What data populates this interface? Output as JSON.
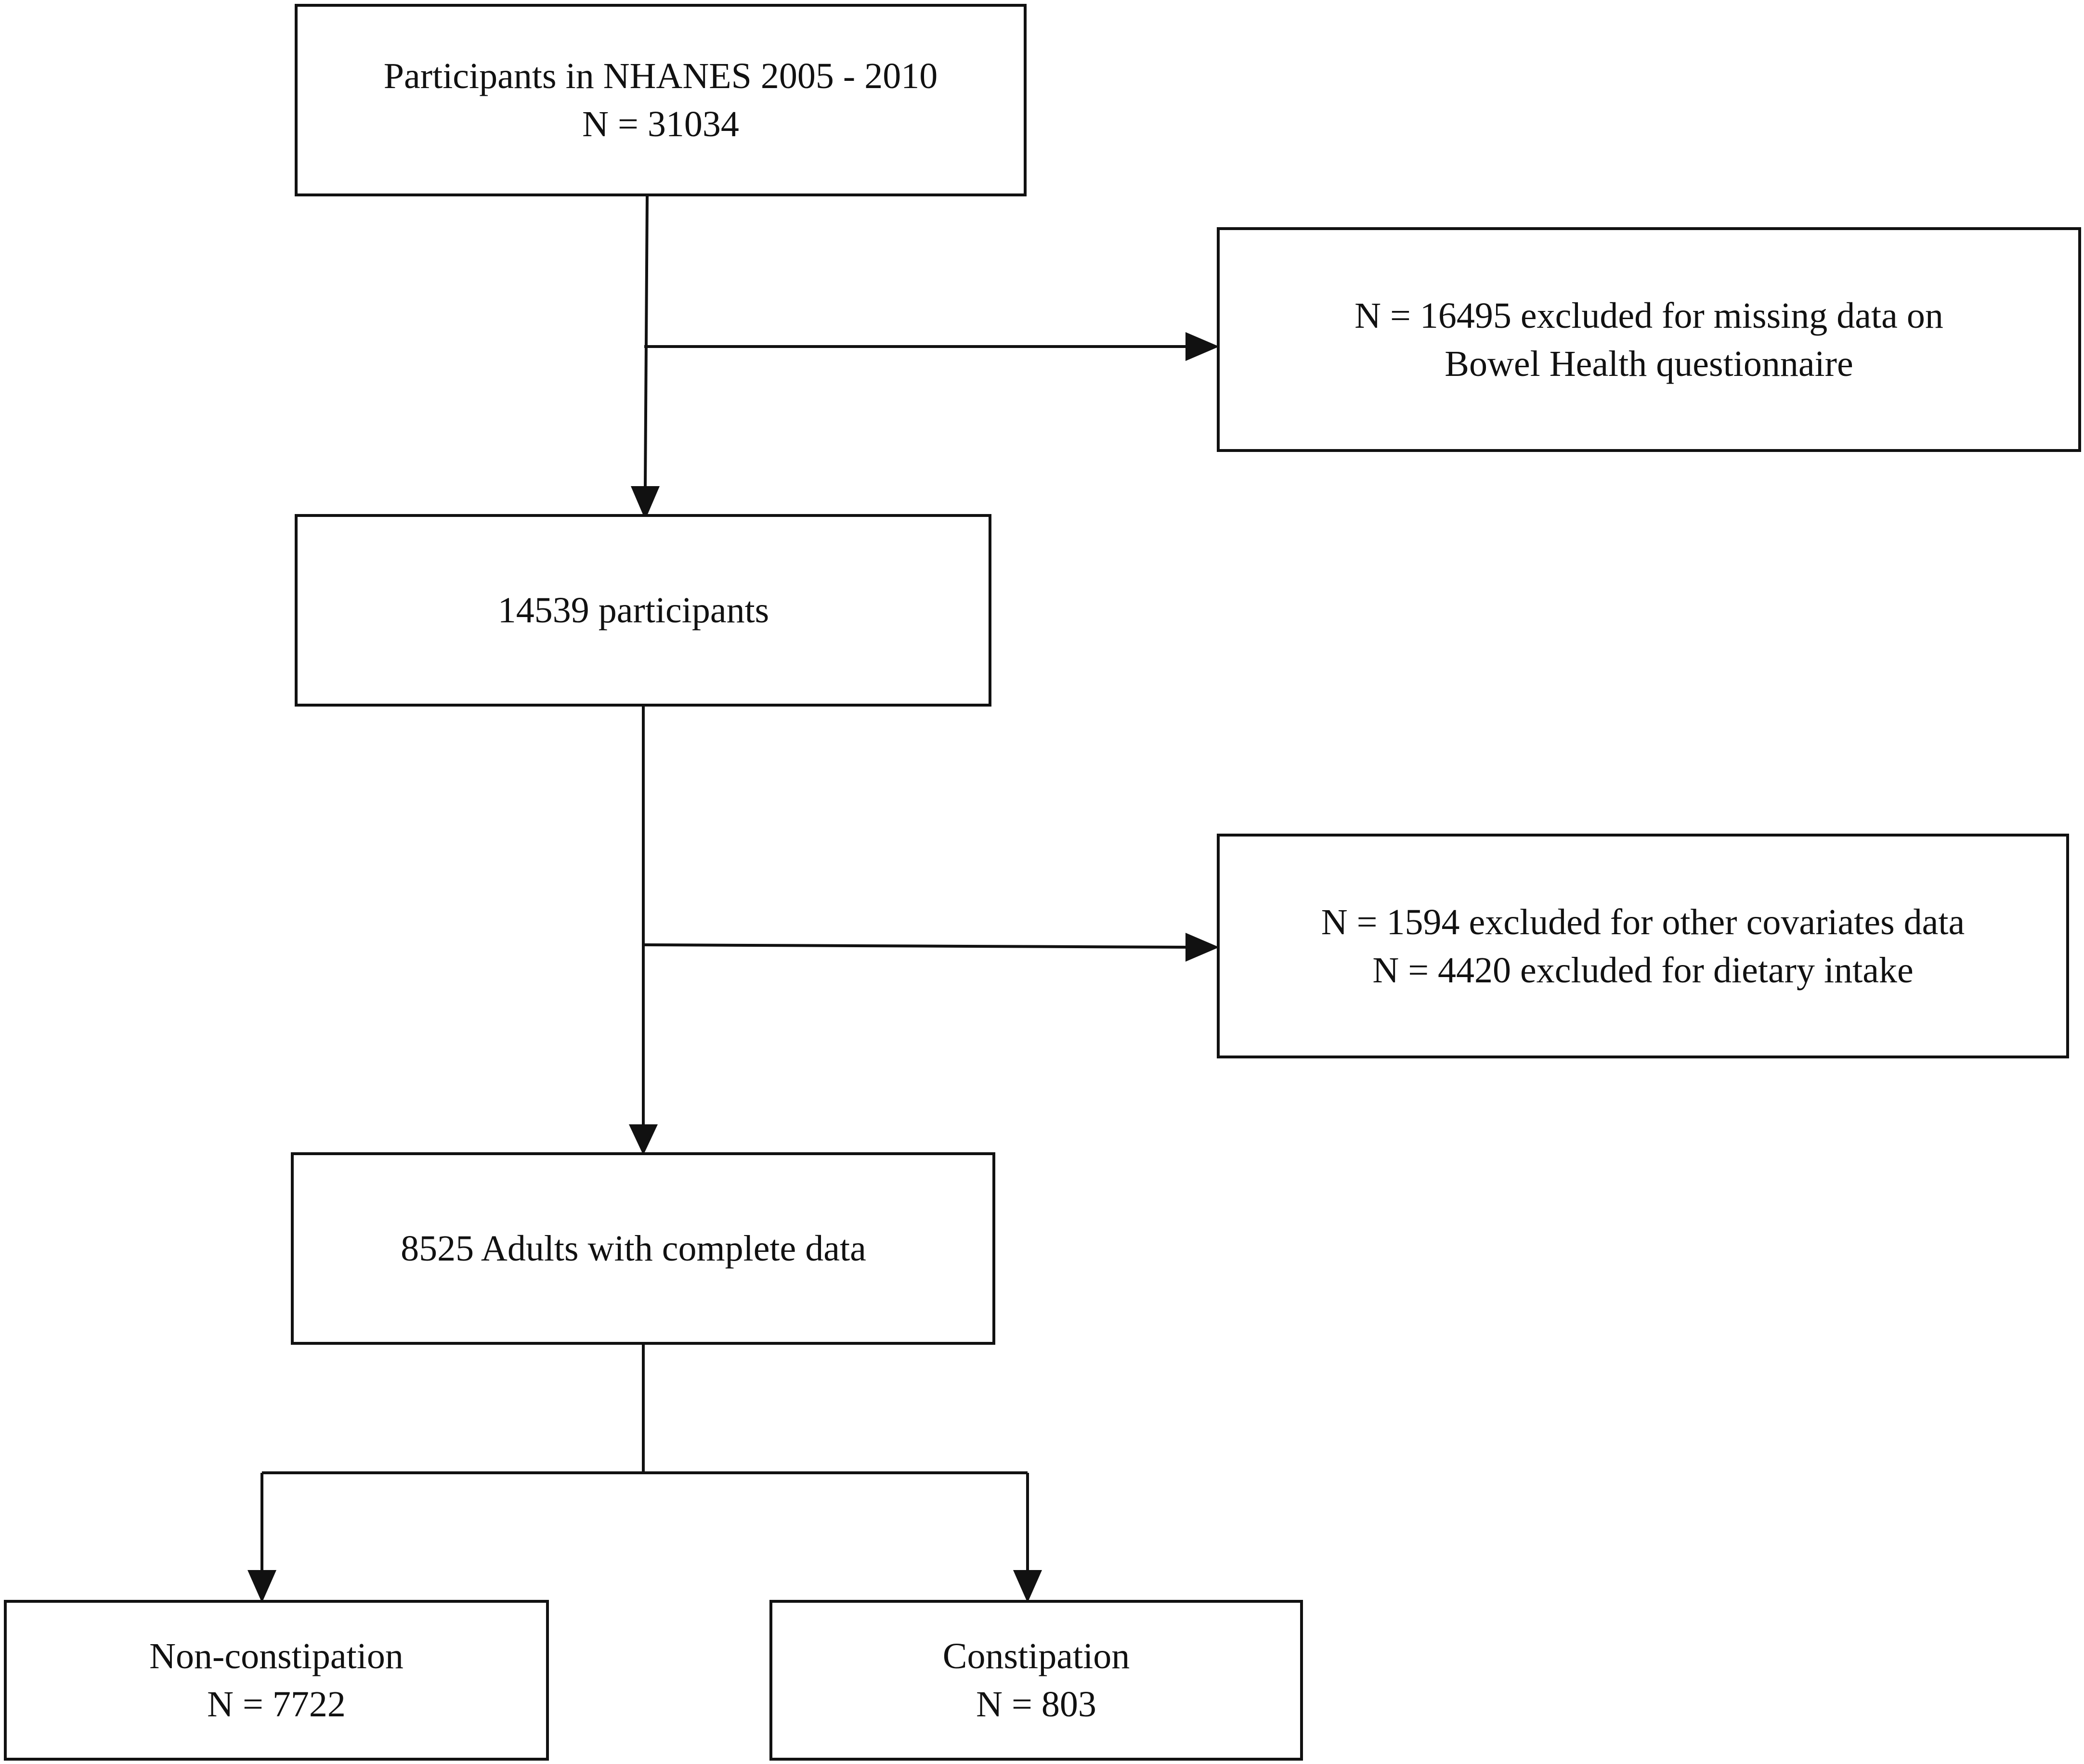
{
  "diagram": {
    "type": "flowchart",
    "nodes": {
      "nhanes": {
        "line1": "Participants in NHANES 2005 - 2010",
        "line2": "N =  31034"
      },
      "excluded_bowel": {
        "line1": "N = 16495 excluded for missing data on",
        "line2": "Bowel Health questionnaire"
      },
      "participants_14539": {
        "line1": "14539 participants"
      },
      "excluded_covariates": {
        "line1": "N = 1594 excluded for other covariates data",
        "line2": "N = 4420 excluded for dietary intake"
      },
      "adults_complete": {
        "line1": "8525 Adults with complete data"
      },
      "non_constipation": {
        "line1": "Non-constipation",
        "line2": "N = 7722"
      },
      "constipation": {
        "line1": "Constipation",
        "line2": "N = 803"
      }
    },
    "edges": [
      {
        "from": "nhanes",
        "to": "participants_14539"
      },
      {
        "from": "nhanes",
        "to": "excluded_bowel"
      },
      {
        "from": "participants_14539",
        "to": "adults_complete"
      },
      {
        "from": "participants_14539",
        "to": "excluded_covariates"
      },
      {
        "from": "adults_complete",
        "to": "non_constipation"
      },
      {
        "from": "adults_complete",
        "to": "constipation"
      }
    ],
    "colors": {
      "stroke": "#111111",
      "background": "#ffffff",
      "text": "#111111"
    }
  }
}
